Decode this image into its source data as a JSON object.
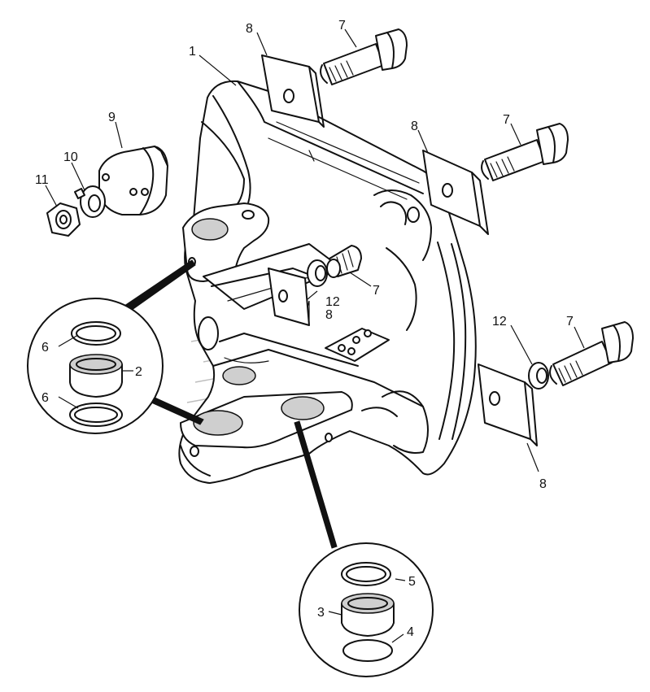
{
  "labels": {
    "p1": "1",
    "p2": "2",
    "p3": "3",
    "p4": "4",
    "p5": "5",
    "p6a": "6",
    "p6b": "6",
    "p7a": "7",
    "p7b": "7",
    "p7c": "7",
    "p7d": "7",
    "p8a": "8",
    "p8b": "8",
    "p8c": "8",
    "p8d": "8",
    "p9": "9",
    "p10": "10",
    "p11": "11",
    "p12a": "12",
    "p12b": "12"
  },
  "colors": {
    "line": "#111111",
    "background": "#ffffff",
    "watermark": "#bdbdbd"
  }
}
